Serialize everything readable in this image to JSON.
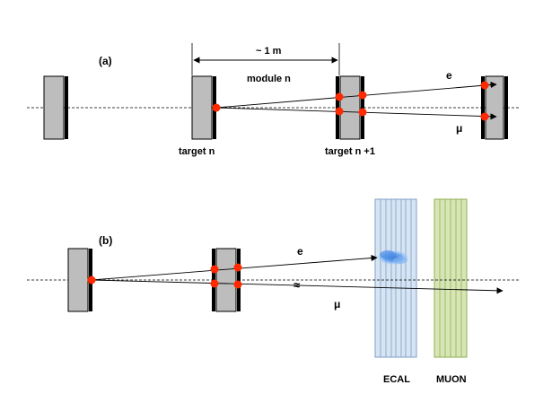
{
  "panel_a": {
    "label": "(a)",
    "distance_label": "~ 1 m",
    "module_label": "module n",
    "target_n_label": "target n",
    "target_n1_label": "target n +1",
    "electron_label": "e",
    "muon_label": "μ"
  },
  "panel_b": {
    "label": "(b)",
    "electron_label": "e",
    "muon_label": "μ",
    "break_mark": "≈",
    "ecal_label": "ECAL",
    "muon_detector_label": "MUON"
  },
  "colors": {
    "target_fill": "#bdbdbd",
    "hit_point": "#ff2a00",
    "ecal_fill": "#d6e4f3",
    "ecal_border": "#7f9fc4",
    "muon_fill": "#d7e6b6",
    "muon_border": "#8fae4f",
    "shower": "#4f8fe6"
  }
}
